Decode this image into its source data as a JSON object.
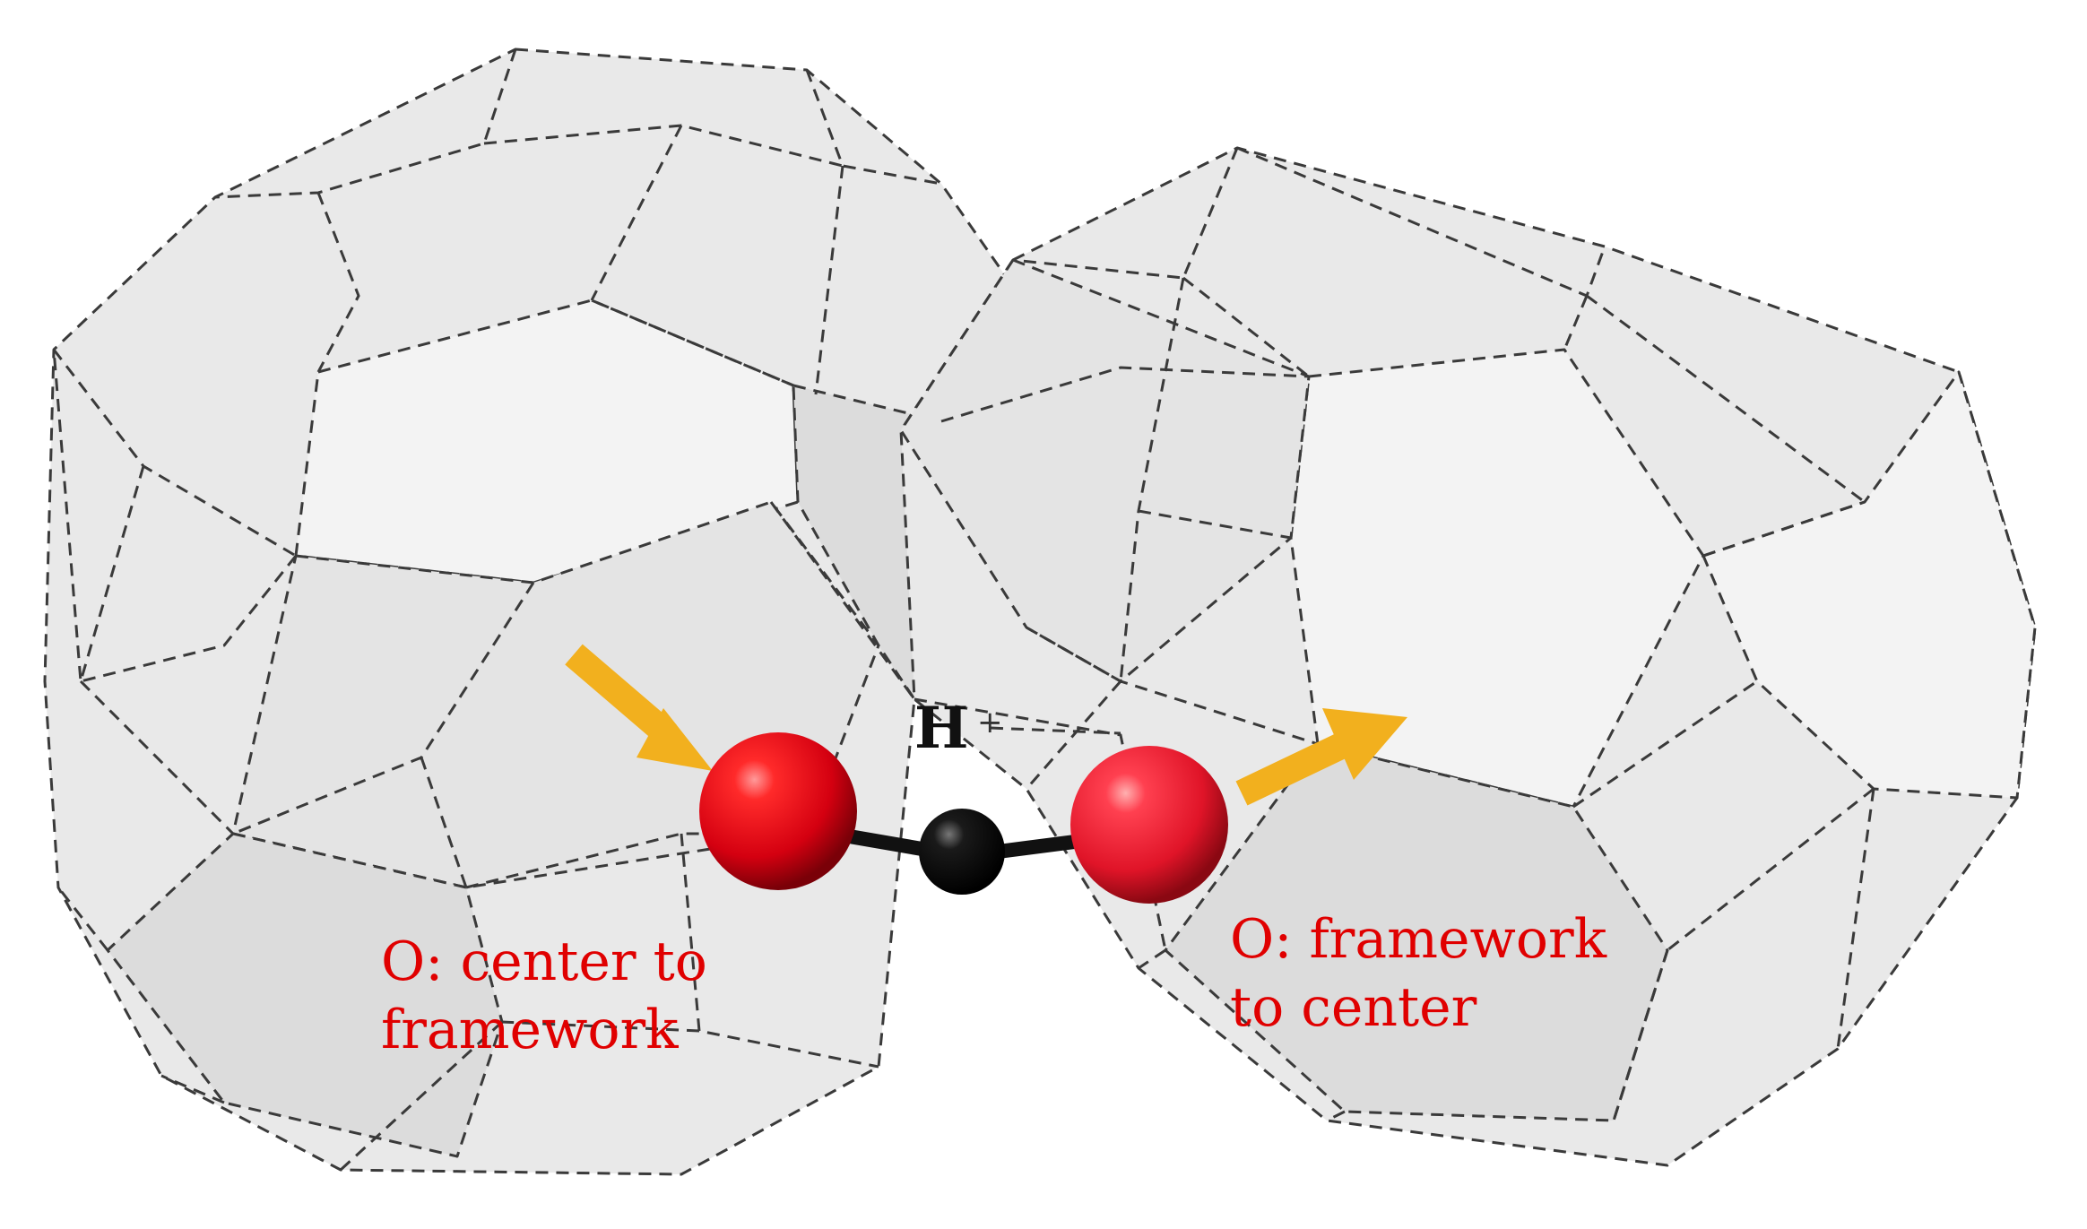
{
  "atoms": {
    "hydrogen_label": "H",
    "hydrogen_charge": "+"
  },
  "labels": {
    "left_line1": "O: center to",
    "left_line2": "framework",
    "right_line1": "O: framework",
    "right_line2": "to center"
  },
  "colors": {
    "oxygen": "#e00010",
    "carbon": "#111111",
    "arrow": "#f2b01e",
    "label_text": "#e00000",
    "cage_fill": "#e9e9e9",
    "cage_edge": "#3a3a3a"
  },
  "icons": {
    "left_arrow": "arrow-down-right-icon",
    "right_arrow": "arrow-up-right-icon"
  }
}
